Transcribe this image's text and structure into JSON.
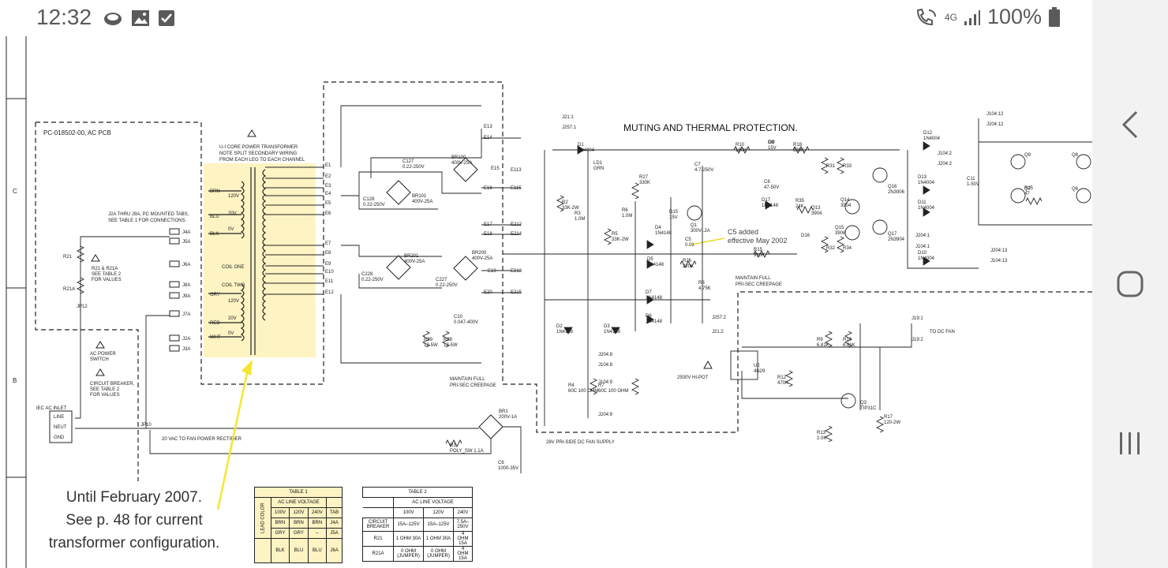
{
  "status_bar": {
    "time": "12:32",
    "battery": "100%",
    "network": "4G",
    "left_icons": [
      "cloud-icon",
      "image-icon",
      "checkbox-icon"
    ],
    "right_icons": [
      "wifi-call-icon",
      "signal-icon",
      "battery-icon"
    ]
  },
  "nav_bar": {
    "icons": [
      "back-icon",
      "home-icon",
      "recents-icon"
    ]
  },
  "schematic": {
    "title": "MUTING AND THERMAL PROTECTION.",
    "pcb_label": "PC-018502-00, AC PCB",
    "transformer_note": [
      "U-I CORE POWER TRANSFORMER",
      "NOTE SPLIT SECONDARY WIRING",
      "FROM EACH LEG TO EACH CHANNEL"
    ],
    "tabs_note": [
      "J2A THRU J9A, PC MOUNTED TABS,",
      "SEE TABLE 1 FOR CONNECTIONS."
    ],
    "r21_note": [
      "R21 & R21A",
      "SEE TABLE 2",
      "FOR VALUES"
    ],
    "ac_switch": [
      "AC POWER",
      "SWITCH"
    ],
    "breaker_note": [
      "CIRCUIT BREAKER,",
      "SEE TABLE 2",
      "FOR VALUES"
    ],
    "iec_inlet": "IEC AC INLET",
    "inlet_pins": [
      "LINE",
      "NEUT",
      "GND"
    ],
    "fan_rectifier": "20 VAC TO FAN POWER RECTIFIER",
    "dc_fan_supply": "28V PRI-SIDE DC FAN SUPPLY",
    "creepage_1": [
      "MAINTAIN FULL",
      "PRI-SEC CREEPAGE"
    ],
    "creepage_2": [
      "MAINTAIN FULL",
      "PRI-SEC CREEPAGE"
    ],
    "hipot": "2500V HI-POT",
    "to_dc_fan": "TO DC FAN",
    "c5_annotation": [
      "C5 added",
      "effective May 2002"
    ],
    "winding_labels": [
      "BRN",
      "120V",
      "BLU",
      "20V",
      "BLK",
      "0V",
      "COIL ONE",
      "COIL TWO",
      "GRY",
      "120V",
      "RED",
      "20V",
      "WHT",
      "0V"
    ],
    "terminals": [
      "E1",
      "E2",
      "E3",
      "E4",
      "E5",
      "E6",
      "E7",
      "E8",
      "E9",
      "E10",
      "E11",
      "E12"
    ],
    "tabs": [
      "J4A",
      "J5A",
      "J6A",
      "J8A",
      "J9A",
      "J7A",
      "J2A",
      "J3A"
    ],
    "right_terms": [
      "E13",
      "E14",
      "E15",
      "E16",
      "E113",
      "E115",
      "E17",
      "E18",
      "E212",
      "E214",
      "E19",
      "E213",
      "E20",
      "E215"
    ],
    "component_labels": [
      {
        "id": "BR100",
        "val": "400V-25A"
      },
      {
        "id": "BR101",
        "val": "400V-25A"
      },
      {
        "id": "BR200",
        "val": "400V-25A"
      },
      {
        "id": "BR201",
        "val": "400V-25A"
      },
      {
        "id": "C127",
        "val": "0.22-250V"
      },
      {
        "id": "C128",
        "val": "0.22-250V"
      },
      {
        "id": "C227",
        "val": "0.22-250V"
      },
      {
        "id": "C228",
        "val": "0.22-250V"
      },
      {
        "id": "C10",
        "val": "0.047-400V"
      },
      {
        "id": "R29",
        "val": "12-5W"
      },
      {
        "id": "R28",
        "val": "12-5W"
      },
      {
        "id": "D1",
        "val": "1N4004"
      },
      {
        "id": "LD1",
        "val": "GRN"
      },
      {
        "id": "R2",
        "val": "33K-2W"
      },
      {
        "id": "R3",
        "val": "1.0M"
      },
      {
        "id": "R27",
        "val": "330K"
      },
      {
        "id": "R6",
        "val": "1.0M"
      },
      {
        "id": "R5",
        "val": "33K-2W"
      },
      {
        "id": "D4",
        "val": "1N4148"
      },
      {
        "id": "D5",
        "val": "1N4148"
      },
      {
        "id": "D15",
        "val": "15V"
      },
      {
        "id": "Q1",
        "val": "300V-.2A"
      },
      {
        "id": "C7",
        "val": "4.7-250V"
      },
      {
        "id": "R10",
        "val": "150K"
      },
      {
        "id": "D8",
        "val": "15V"
      },
      {
        "id": "R18",
        "val": "330K"
      },
      {
        "id": "C8",
        "val": "47-50V"
      },
      {
        "id": "D17",
        "val": "1N4148"
      },
      {
        "id": "C5",
        "val": "0.01"
      },
      {
        "id": "R26",
        "val": "220K"
      },
      {
        "id": "R15",
        "val": "910K"
      },
      {
        "id": "R35",
        "val": "24K"
      },
      {
        "id": "R8",
        "val": "4.75K"
      },
      {
        "id": "D7",
        "val": "1N4148"
      },
      {
        "id": "D6",
        "val": "1N4148"
      },
      {
        "id": "D2",
        "val": "1N4148"
      },
      {
        "id": "D3",
        "val": "1N4148"
      },
      {
        "id": "R4",
        "val": "60C 100 OHM"
      },
      {
        "id": "R7",
        "val": "60C 100 OHM"
      },
      {
        "id": "U2",
        "val": "4N29"
      },
      {
        "id": "R12",
        "val": "470K"
      },
      {
        "id": "R9",
        "val": "6.81K"
      },
      {
        "id": "R14",
        "val": "6.81K"
      },
      {
        "id": "Q3",
        "val": "TIP31C"
      },
      {
        "id": "R13",
        "val": "2.0K"
      },
      {
        "id": "R17",
        "val": "120-2W"
      },
      {
        "id": "BR1",
        "val": "200V-1A"
      },
      {
        "id": "C6",
        "val": "1000-35V"
      },
      {
        "id": "R1",
        "val": "POLY_SW 1.1A"
      },
      {
        "id": "D12",
        "val": "1N4004"
      },
      {
        "id": "D13",
        "val": "1N4004"
      },
      {
        "id": "D11",
        "val": "1N4004"
      },
      {
        "id": "D10",
        "val": "1N4004"
      },
      {
        "id": "C11",
        "val": "1-50V"
      },
      {
        "id": "Q16",
        "val": "2N3906"
      },
      {
        "id": "Q17",
        "val": "2N3904"
      },
      {
        "id": "R25",
        "val": "47"
      },
      {
        "id": "Q13",
        "val": "3904"
      },
      {
        "id": "Q14",
        "val": "3904"
      },
      {
        "id": "Q15",
        "val": "3906"
      }
    ],
    "connectors": [
      "J21:1",
      "J257:1",
      "J104:12",
      "J204:12",
      "J104:2",
      "J204:2",
      "J204:1",
      "J104:1",
      "J204:13",
      "J104:13",
      "J257:2",
      "J21:2",
      "J204:8",
      "J104:8",
      "J104:9",
      "J204:9",
      "J19:1",
      "J19:2"
    ],
    "ref_labels": [
      "R21",
      "R21A",
      "JP12",
      "JP10",
      "D9",
      "D16",
      "R31",
      "R33",
      "R32",
      "R34",
      "Q9",
      "Q8",
      "Q7",
      "Q6"
    ]
  },
  "note": [
    "Until February 2007.",
    "See p. 48 for current",
    "transformer configuration."
  ],
  "table1": {
    "title": "TABLE 1",
    "header": "AC LINE VOLTAGE",
    "cols": [
      "100V",
      "120V",
      "240V",
      "TAB"
    ],
    "rows": [
      [
        "BRN",
        "BRN",
        "BRN",
        "J4A"
      ],
      [
        "GRY",
        "GRY",
        "–",
        "J5A"
      ],
      [
        "BLK",
        "BLU",
        "BLU",
        "J6A"
      ]
    ],
    "side_label": "LEAD COLOR"
  },
  "table2": {
    "title": "TABLE 2",
    "header": "AC LINE VOLTAGE",
    "cols": [
      "100V",
      "120V",
      "240V"
    ],
    "rows": [
      {
        "name": "CIRCUIT BREAKER",
        "vals": [
          "15A–125V",
          "15A–125V",
          "7.5A–250V"
        ]
      },
      {
        "name": "R21",
        "vals": [
          "1 OHM 30A",
          "1 OHM 30A",
          "4 OHM 15A"
        ]
      },
      {
        "name": "R21A",
        "vals": [
          "0 OHM (JUMPER)",
          "0 OHM (JUMPER)",
          "4 OHM 15A"
        ]
      }
    ]
  },
  "colors": {
    "highlight": "#fdf3c3",
    "arrow": "#f5e631",
    "annotation_line": "#e6d200"
  }
}
